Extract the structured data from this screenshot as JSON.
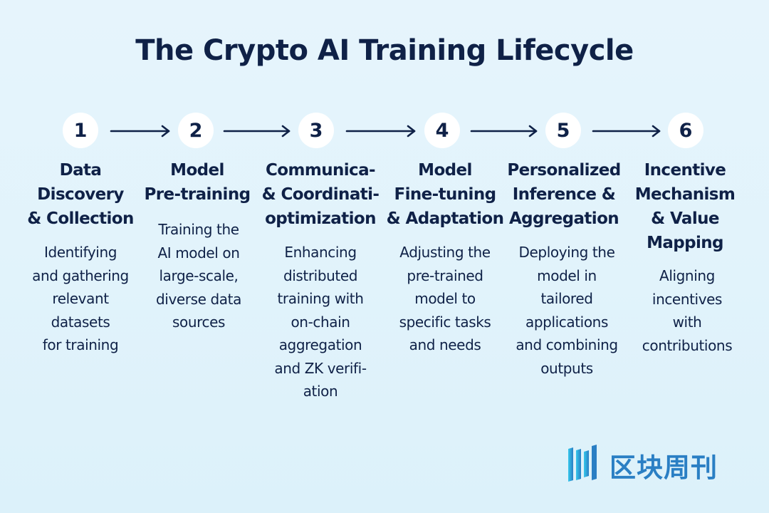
{
  "title": "The Crypto AI Training Lifecycle",
  "colors": {
    "text": "#0f2147",
    "circle_fill": "#ffffff",
    "arrow": "#0f2147",
    "logo_blue": "#2a7fc4",
    "logo_cyan": "#35c8ec"
  },
  "arrow_icon": "long-right-arrow-icon",
  "steps": [
    {
      "number": "1",
      "title": "Data\nDiscovery\n& Collection",
      "description": "Identifying\nand gathering\nrelevant\ndatasets\nfor training"
    },
    {
      "number": "2",
      "title": "Model\nPre-training",
      "description": "Training the\nAI model on\nlarge-scale,\ndiverse data\nsources"
    },
    {
      "number": "3",
      "title": "Communica-\n& Coordinati-\noptimization",
      "description": "Enhancing\ndistributed\ntraining with\non-chain\naggregation\nand ZK verifi-\nation"
    },
    {
      "number": "4",
      "title": "Model\nFine-tuning\n& Adaptation",
      "description": "Adjusting the\npre-trained\nmodel to\nspecific tasks\nand needs"
    },
    {
      "number": "5",
      "title": "Personalized\nInference &\nAggregation",
      "description": "Deploying the\nmodel in\ntailored\napplications\nand combining\noutputs"
    },
    {
      "number": "6",
      "title": "Incentive\nMechanism\n& Value\nMapping",
      "description": "Aligning\nincentives\nwith\ncontributions"
    }
  ],
  "logo": {
    "icon": "block-weekly-logo-icon",
    "text": "区块周刊"
  }
}
